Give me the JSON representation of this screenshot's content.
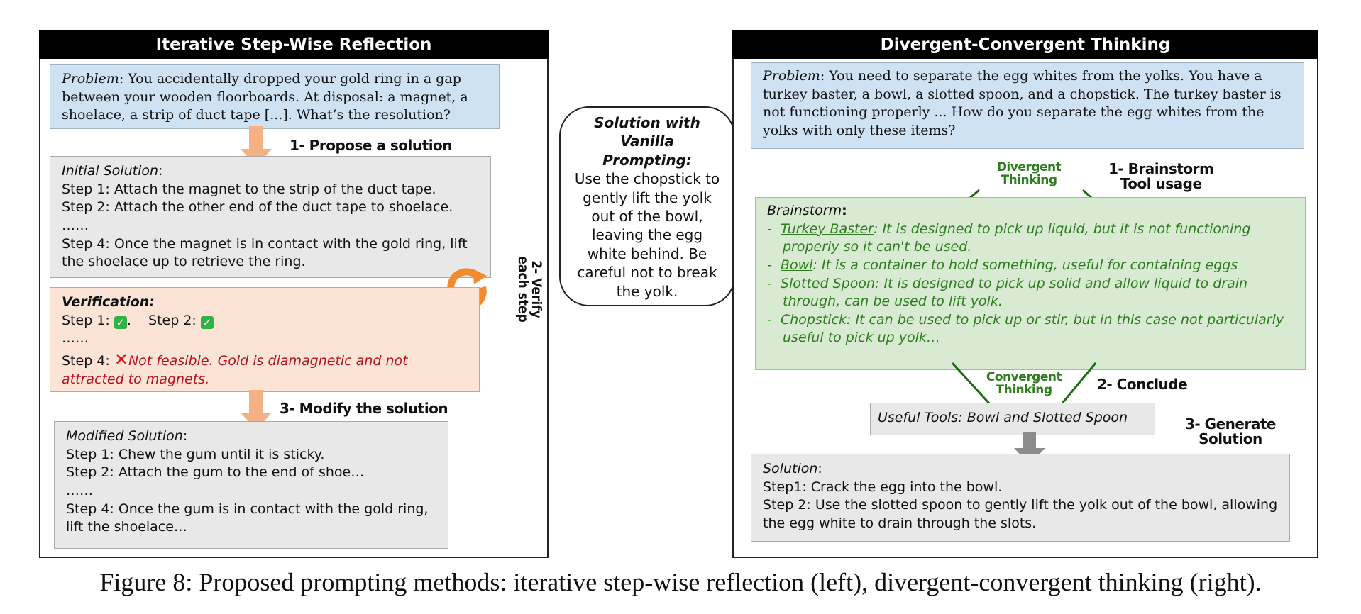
{
  "left_panel": {
    "title": "Iterative Step-Wise Reflection",
    "problem_label": "Problem",
    "problem_text": ": You accidentally dropped your gold ring in a gap between your wooden floorboards. At disposal: a magnet, a shoelace, a strip of duct tape [...].  What’s the resolution?",
    "step1_label": "1- Propose a solution",
    "initial_label": "Initial Solution",
    "initial_lines": [
      "Step 1: Attach the magnet to the strip of the duct tape.",
      "Step 2: Attach the other end of the duct tape to shoelace.",
      "……",
      "Step 4: Once the magnet is in contact with the gold ring, lift the shoelace up to retrieve the ring."
    ],
    "step2_label_line1": "2- Verify",
    "step2_label_line2": "each step",
    "verification_label": "Verification:",
    "verification_step1": "Step 1:",
    "verification_step2": "Step 2:",
    "verification_dots": "……",
    "verification_step4": "Step 4:",
    "verification_failure": "Not feasible. Gold is diamagnetic and not attracted to magnets.",
    "step3_label": "3- Modify the solution",
    "modified_label": "Modified Solution",
    "modified_lines": [
      "Step 1: Chew the gum until it is sticky.",
      "Step 2: Attach the gum to the end of shoe…",
      "……",
      "Step 4: Once the gum is in contact with the gold ring, lift the shoelace…"
    ]
  },
  "bubble": {
    "title": "Solution with Vanilla Prompting:",
    "text": "Use the chopstick to gently lift the yolk out of the bowl, leaving the egg white behind. Be careful not to break the yolk."
  },
  "right_panel": {
    "title": "Divergent-Convergent Thinking",
    "problem_label": "Problem",
    "problem_text": ": You need to separate the egg whites from the yolks. You have a turkey baster, a bowl, a slotted spoon, and a chopstick. The turkey baster is not functioning properly ... How do you separate the egg whites from the yolks with only these items?",
    "divergent_label": "Divergent Thinking",
    "step1_label_line1": "1- Brainstorm",
    "step1_label_line2": "Tool usage",
    "brainstorm_label": "Brainstorm",
    "brainstorm_items": [
      {
        "tool": "Turkey Baster",
        "text": ": It is designed to pick up liquid, but it is not functioning properly so it can't be used."
      },
      {
        "tool": "Bowl",
        "text": ": It is a container to hold something, useful for containing eggs"
      },
      {
        "tool": "Slotted Spoon",
        "text": ": It is designed to pick up solid and allow liquid to drain through, can be used to lift yolk."
      },
      {
        "tool": "Chopstick",
        "text": ": It can be used to pick up or stir, but in this case not particularly useful to pick up yolk…"
      }
    ],
    "convergent_label": "Convergent Thinking",
    "step2_label": "2- Conclude",
    "useful_label": "Useful Tools:",
    "useful_value": "Bowl and Slotted Spoon",
    "step3_label_line1": "3- Generate",
    "step3_label_line2": "Solution",
    "solution_label": "Solution",
    "solution_lines": [
      "Step1: Crack the egg into the bowl.",
      "Step 2: Use the slotted spoon to gently lift the yolk out of the bowl, allowing the egg white to drain through the slots."
    ]
  },
  "caption": "Figure 8: Proposed prompting methods: iterative step-wise reflection (left), divergent-convergent thinking (right).",
  "colors": {
    "problem_bg": "#cfe2f3",
    "solution_bg": "#e8e8e8",
    "verification_bg": "#fbe4d5",
    "brainstorm_bg": "#d9ead3",
    "arrow_orange": "#f4b183",
    "arrow_green": "#1e6b12",
    "cycle_orange": "#f28a2e",
    "failure_red": "#b3121d"
  }
}
